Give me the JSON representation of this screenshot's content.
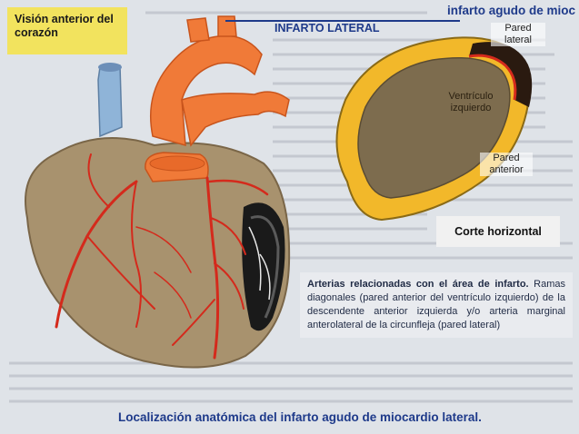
{
  "title": "Visión anterior del corazón",
  "header_right": "infarto agudo de mioc",
  "header_section": "INFARTO LATERAL",
  "cross_section": {
    "lateral_wall": "Pared lateral",
    "left_ventricle": "Ventrículo izquierdo",
    "anterior_wall": "Pared anterior",
    "caption": "Corte horizontal"
  },
  "info": {
    "bold": "Arterias relacionadas con el área de infarto.",
    "text": " Ramas diagonales (pared anterior del ventrículo izquierdo) de la descendente anterior izquierda y/o arteria marginal anterolateral de la circunfleja (pared lateral)"
  },
  "caption": "Localización anatómica del infarto agudo de miocardio lateral.",
  "colors": {
    "heart_muscle": "#a8926e",
    "aorta": "#f07a38",
    "vena_cava": "#8fb4d8",
    "coronary_arteries": "#d42a1c",
    "infarct": "#1a1a1a",
    "section_wall": "#f2b82a",
    "title_box": "#f2e35e",
    "accent_text": "#1e3a8a"
  }
}
